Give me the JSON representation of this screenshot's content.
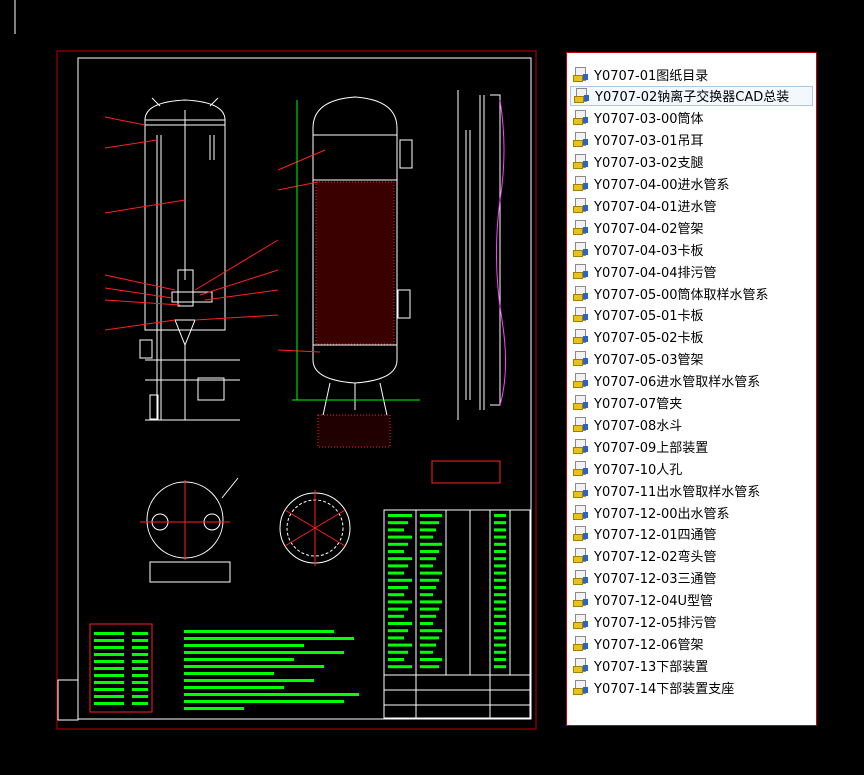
{
  "files": [
    {
      "name": "Y0707-01图纸目录",
      "selected": false
    },
    {
      "name": "Y0707-02钠离子交换器CAD总装",
      "selected": true
    },
    {
      "name": "Y0707-03-00筒体",
      "selected": false
    },
    {
      "name": "Y0707-03-01吊耳",
      "selected": false
    },
    {
      "name": "Y0707-03-02支腿",
      "selected": false
    },
    {
      "name": "Y0707-04-00进水管系",
      "selected": false
    },
    {
      "name": "Y0707-04-01进水管",
      "selected": false
    },
    {
      "name": "Y0707-04-02管架",
      "selected": false
    },
    {
      "name": "Y0707-04-03卡板",
      "selected": false
    },
    {
      "name": "Y0707-04-04排污管",
      "selected": false
    },
    {
      "name": "Y0707-05-00筒体取样水管系",
      "selected": false
    },
    {
      "name": "Y0707-05-01卡板",
      "selected": false
    },
    {
      "name": "Y0707-05-02卡板",
      "selected": false
    },
    {
      "name": "Y0707-05-03管架",
      "selected": false
    },
    {
      "name": "Y0707-06进水管取样水管系",
      "selected": false
    },
    {
      "name": "Y0707-07管夹",
      "selected": false
    },
    {
      "name": "Y0707-08水斗",
      "selected": false
    },
    {
      "name": "Y0707-09上部装置",
      "selected": false
    },
    {
      "name": "Y0707-10人孔",
      "selected": false
    },
    {
      "name": "Y0707-11出水管取样水管系",
      "selected": false
    },
    {
      "name": "Y0707-12-00出水管系",
      "selected": false
    },
    {
      "name": "Y0707-12-01四通管",
      "selected": false
    },
    {
      "name": "Y0707-12-02弯头管",
      "selected": false
    },
    {
      "name": "Y0707-12-03三通管",
      "selected": false
    },
    {
      "name": "Y0707-12-04U型管",
      "selected": false
    },
    {
      "name": "Y0707-12-05排污管",
      "selected": false
    },
    {
      "name": "Y0707-12-06管架",
      "selected": false
    },
    {
      "name": "Y0707-13下部装置",
      "selected": false
    },
    {
      "name": "Y0707-14下部装置支座",
      "selected": false
    }
  ],
  "colors": {
    "background": "#000000",
    "frame_red": "#c00000",
    "line_white": "#ffffff",
    "dim_green": "#00ff00",
    "leader_red": "#ff2020",
    "panel_bg": "#ffffff",
    "folder_yellow": "#e8c21a"
  },
  "icons": {
    "file_icon": "cad-file-icon"
  }
}
